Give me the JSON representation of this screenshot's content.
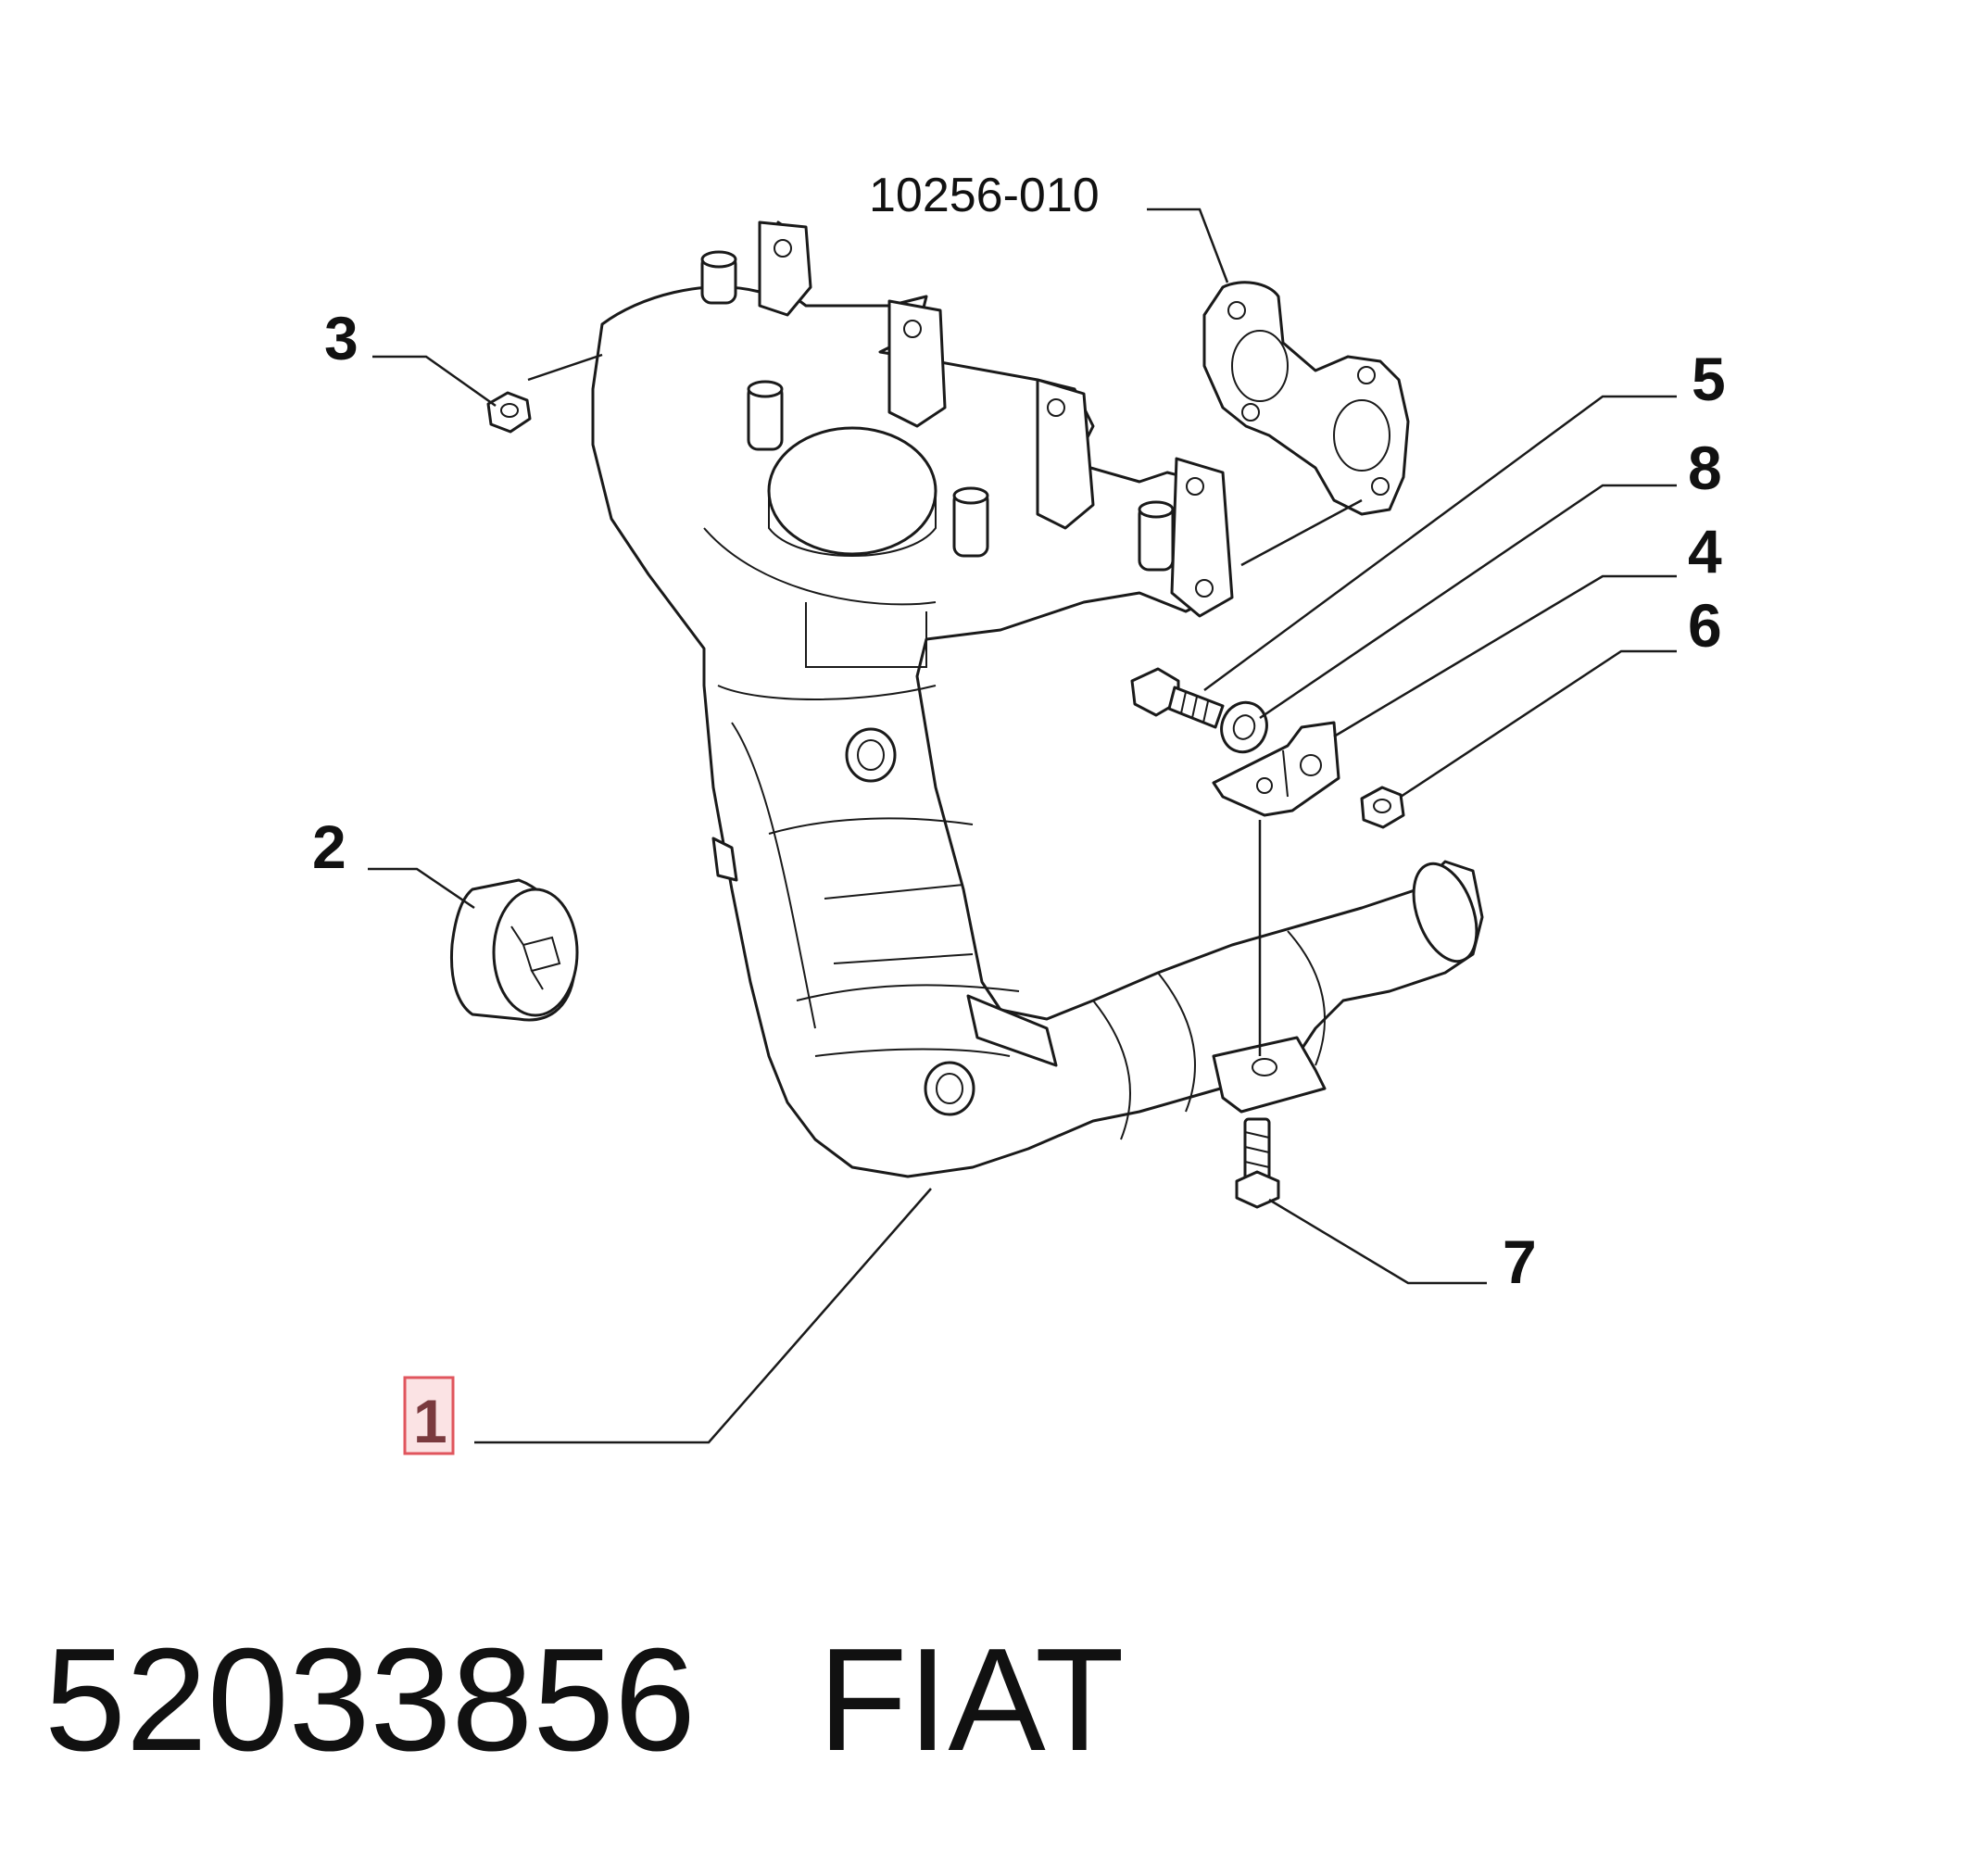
{
  "reference_code": "10256-010",
  "callouts": {
    "c1": "1",
    "c2": "2",
    "c3": "3",
    "c4": "4",
    "c5": "5",
    "c6": "6",
    "c7": "7",
    "c8": "8"
  },
  "selected_callout": "1",
  "highlight_color": "#e0555d",
  "footer": {
    "part_number": "52033856",
    "brand": "FIAT"
  }
}
